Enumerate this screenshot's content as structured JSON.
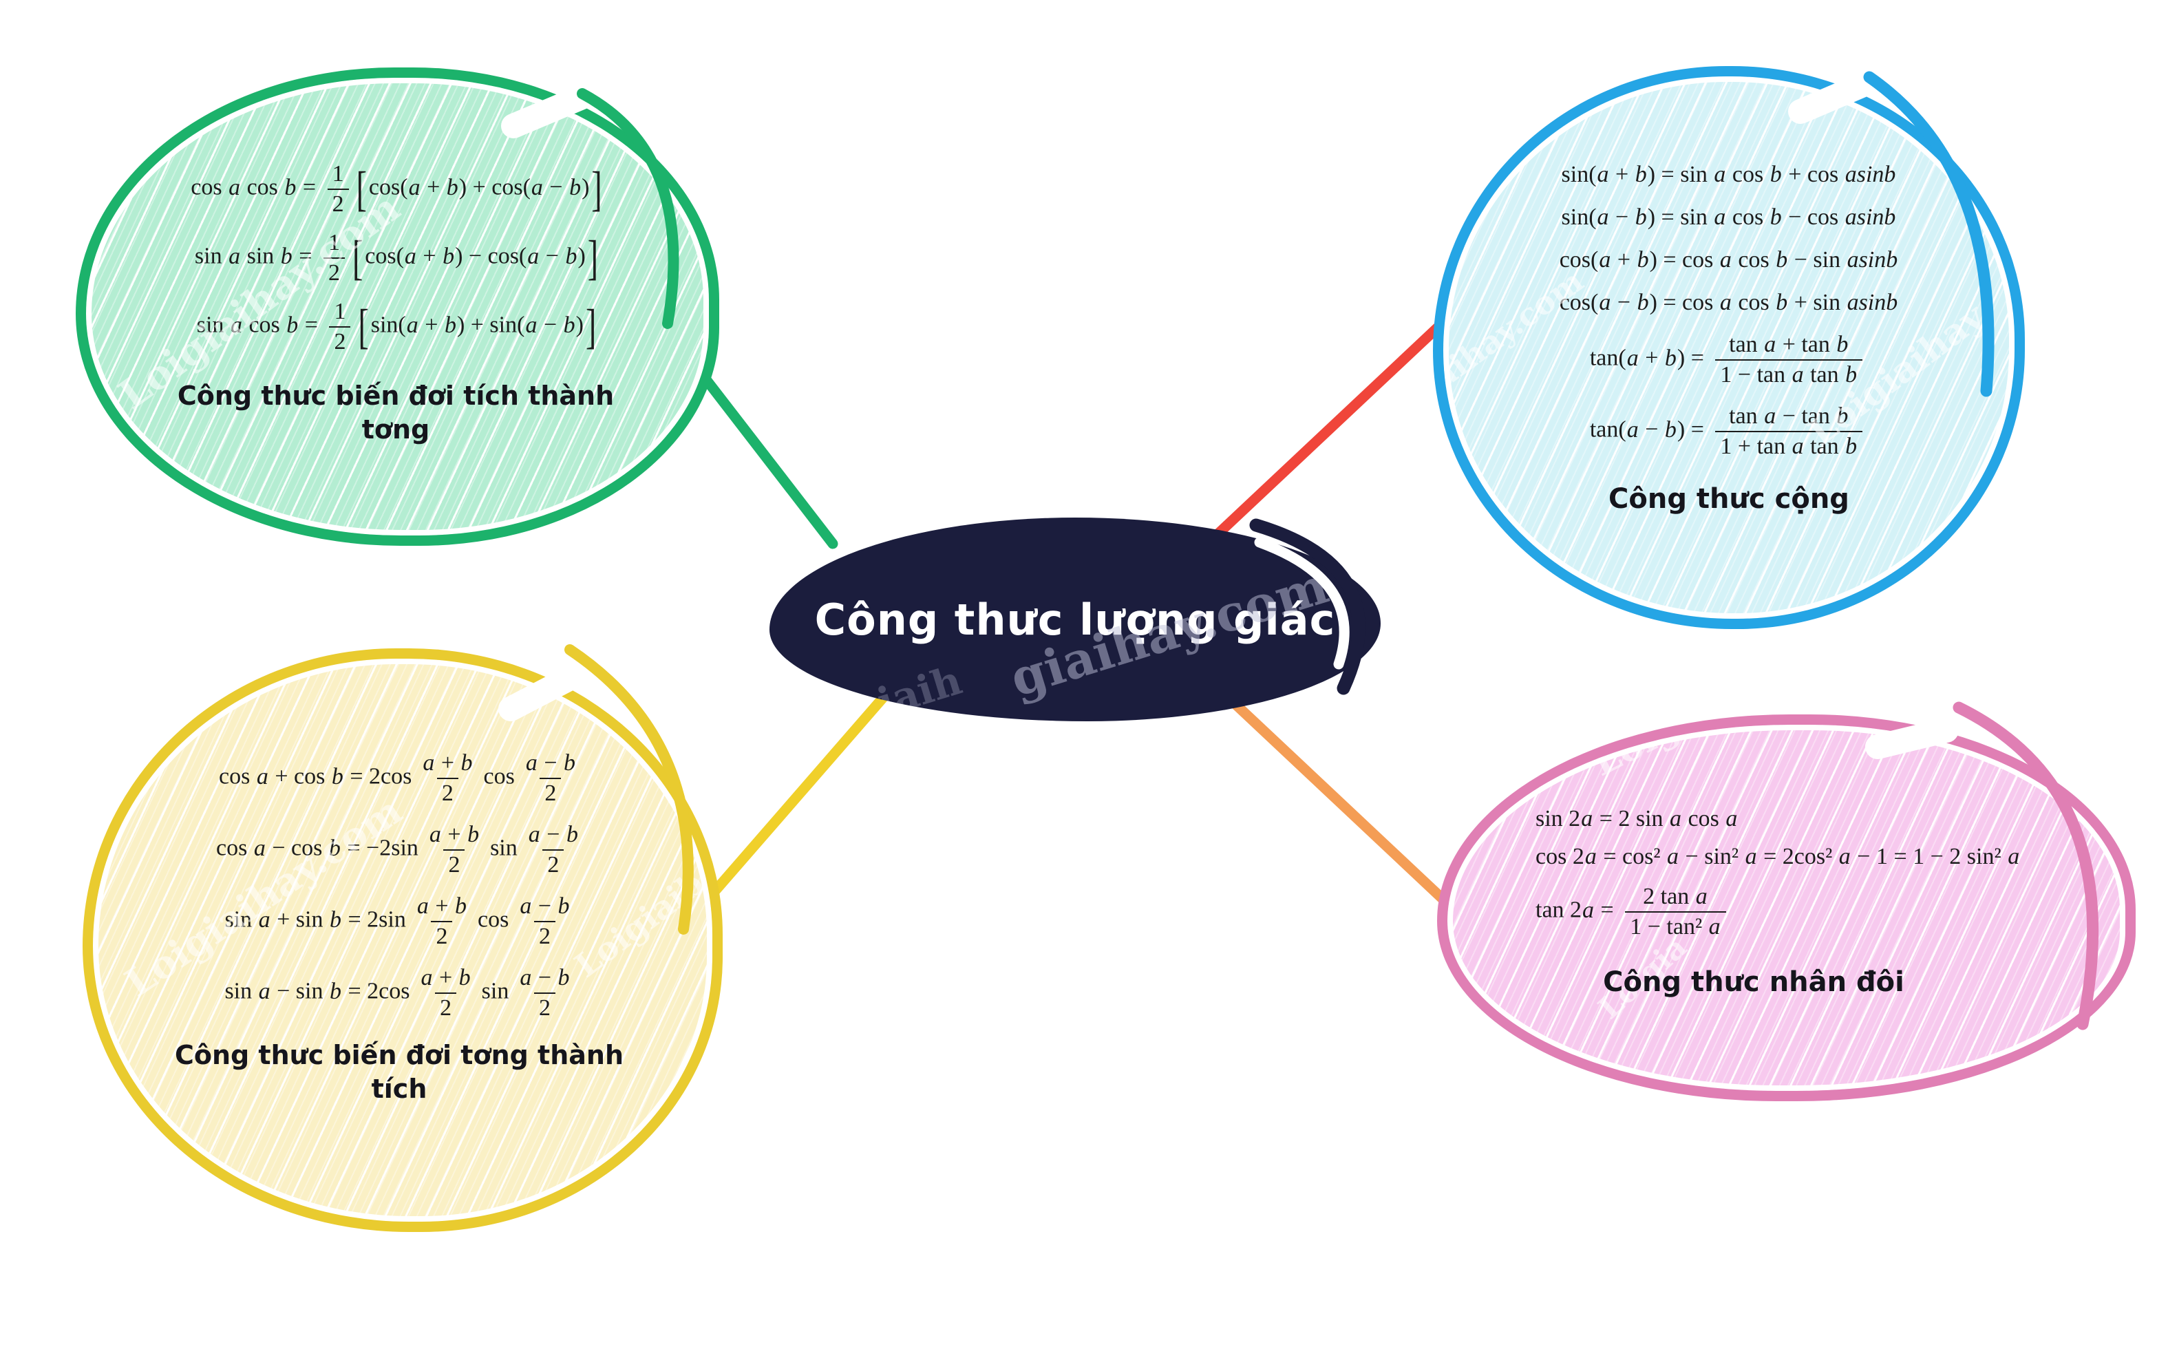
{
  "title": {
    "text": "Công thưc lượng giác"
  },
  "nodes": {
    "product_to_sum": {
      "label": "Công thưc biến đơi tích thành tơng",
      "formulas": [
        "cos *a* cos *b* = #{1|2}[cos(*a* + *b*) + cos(*a* − *b*)]",
        "sin *a* sin *b* = #{1|2}[cos(*a* + *b*) − cos(*a* − *b*)]",
        "sin *a* cos *b* = #{1|2}[sin(*a* + *b*) + sin(*a* − *b*)]"
      ]
    },
    "addition": {
      "label": "Công thưc cộng",
      "formulas": [
        "sin(*a* + *b*) = sin *a* cos *b* + cos *asinb*",
        "sin(*a* − *b*) = sin *a* cos *b* − cos *asinb*",
        "cos(*a* + *b*) = cos *a* cos *b* − sin *asinb*",
        "cos(*a* − *b*) = cos *a* cos *b* + sin *asinb*",
        "tan(*a* + *b*) = #{tan *a* + tan *b*|1 − tan *a* tan *b*}",
        "tan(*a* − *b*) = #{tan *a* − tan *b*|1 + tan *a* tan *b*}"
      ]
    },
    "sum_to_product": {
      "label": "Công thưc biến đơi tơng thành tích",
      "formulas": [
        "cos *a* + cos *b* = 2cos#{*a* + *b*|2}cos#{*a* − *b*|2}",
        "cos *a* − cos *b* = −2sin#{*a* + *b*|2}sin#{*a* − *b*|2}",
        "sin *a* + sin *b* = 2sin#{*a* + *b*|2}cos#{*a* − *b*|2}",
        "sin *a* − sin *b* = 2cos#{*a* + *b*|2}sin#{*a* − *b*|2}"
      ]
    },
    "double_angle": {
      "label": "Công thưc nhân đôi",
      "formulas": [
        "sin 2*a* = 2 sin *a* cos *a*",
        "cos 2*a* = cos² *a* − sin² *a* = 2cos² *a* − 1 = 1 − 2 sin² *a*",
        "tan 2*a* = #{2 tan *a*|1 − tan² *a*}"
      ]
    }
  },
  "watermarks": [
    {
      "text": "Loigiaihay"
    },
    {
      "text": "Loigiaihay.com"
    },
    {
      "text": "Loigiaiba"
    },
    {
      "text": "aihay.com"
    },
    {
      "text": "Loigiaihay"
    },
    {
      "text": "giaihay.com"
    },
    {
      "text": "giaih"
    },
    {
      "text": "Loigiaihay.com"
    },
    {
      "text": "Loigiaib"
    },
    {
      "text": "Loigiaihay.c"
    },
    {
      "text": "Loigia"
    }
  ],
  "colors": {
    "green_border": "#1cb26b",
    "green_fill": "#b4edd2",
    "cyan_border": "#25a5e5",
    "cyan_fill": "#d4f2f7",
    "yellow_border": "#e9cb2f",
    "yellow_fill": "#faf0c5",
    "pink_border": "#e07fb4",
    "pink_fill": "#f7c9ee",
    "center_bg": "#1b1d3d",
    "connector_green": "#1cb26b",
    "connector_red": "#f0453a",
    "connector_yellow": "#f0d02a",
    "connector_orange": "#f49d55",
    "formula_text": "#1c1c1c",
    "label_text": "#15151c",
    "title_text": "#ffffff"
  }
}
